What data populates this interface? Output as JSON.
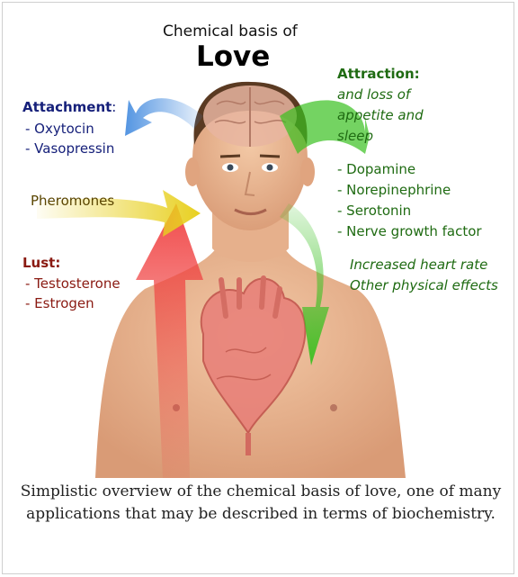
{
  "title": {
    "line1": "Chemical basis of",
    "line2": "Love"
  },
  "attachment": {
    "heading": "Attachment",
    "colon": ":",
    "items": [
      "- Oxytocin",
      "- Vasopressin"
    ]
  },
  "pheromones": "Pheromones",
  "lust": {
    "heading": "Lust:",
    "items": [
      "- Testosterone",
      "- Estrogen"
    ]
  },
  "attraction": {
    "heading": "Attraction:",
    "subtitle": [
      "and loss of",
      "appetite and",
      "sleep"
    ],
    "items": [
      "- Dopamine",
      "- Norepinephrine",
      "- Serotonin",
      "- Nerve growth factor"
    ],
    "effects": [
      "Increased heart rate",
      "Other physical effects"
    ]
  },
  "colors": {
    "attachment": "#16207a",
    "pheromones": "#5a4500",
    "lust": "#8a1a12",
    "attraction": "#1f6b12",
    "arrow_blue": "#4a8fe0",
    "arrow_green": "#39c020",
    "arrow_red": "#f04040",
    "arrow_yellow": "#e8d020"
  },
  "caption": "Simplistic overview of the chemical basis of love, one of many applications that may be described in terms of biochemistry."
}
